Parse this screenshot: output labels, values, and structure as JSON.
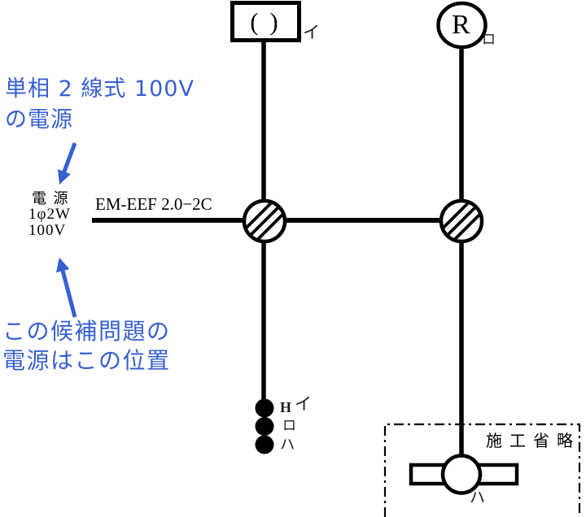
{
  "diagram": {
    "annotation": {
      "heading_line1": "単相 2 線式 100V",
      "heading_line2": "の電源",
      "note_line1": "この候補問題の",
      "note_line2": "電源はこの位置",
      "accent_color": "#3761d1"
    },
    "power_source": {
      "title": "電 源",
      "phase": "1φ2W",
      "voltage": "100V"
    },
    "cable": {
      "label": "EM-EEF 2.0−2C"
    },
    "ceiling_rosette": {
      "symbol": "( )",
      "circuit": "イ"
    },
    "lamp_receptacle": {
      "symbol": "R",
      "circuit": "ロ"
    },
    "switches": {
      "letter": "H",
      "circuit1": "イ",
      "circuit2": "ロ",
      "circuit3": "ハ"
    },
    "fluorescent_light": {
      "circuit": "ハ"
    },
    "omission_box": {
      "label": "施工省略"
    },
    "colors": {
      "line_black": "#000000",
      "background": "#ffffff"
    }
  }
}
